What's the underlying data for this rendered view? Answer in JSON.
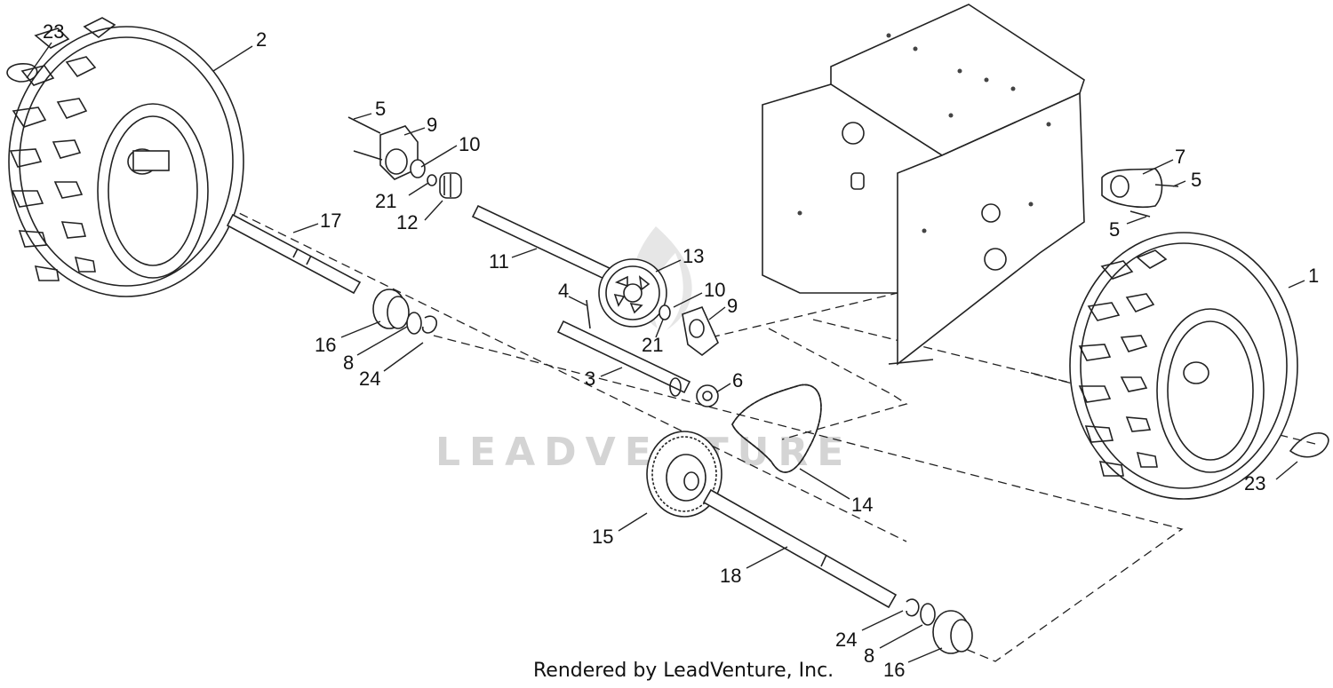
{
  "diagram": {
    "footer": "Rendered by LeadVenture, Inc.",
    "watermark": "LEADVENTURE",
    "callouts": [
      {
        "id": "callout-23-left",
        "text": "23"
      },
      {
        "id": "callout-2",
        "text": "2"
      },
      {
        "id": "callout-5-top",
        "text": "5"
      },
      {
        "id": "callout-9-top",
        "text": "9"
      },
      {
        "id": "callout-10-top",
        "text": "10"
      },
      {
        "id": "callout-21-top",
        "text": "21"
      },
      {
        "id": "callout-12",
        "text": "12"
      },
      {
        "id": "callout-17",
        "text": "17"
      },
      {
        "id": "callout-11",
        "text": "11"
      },
      {
        "id": "callout-13",
        "text": "13"
      },
      {
        "id": "callout-4",
        "text": "4"
      },
      {
        "id": "callout-10-mid",
        "text": "10"
      },
      {
        "id": "callout-9-mid",
        "text": "9"
      },
      {
        "id": "callout-21-mid",
        "text": "21"
      },
      {
        "id": "callout-16-left",
        "text": "16"
      },
      {
        "id": "callout-8-left",
        "text": "8"
      },
      {
        "id": "callout-24-left",
        "text": "24"
      },
      {
        "id": "callout-3",
        "text": "3"
      },
      {
        "id": "callout-6",
        "text": "6"
      },
      {
        "id": "callout-14",
        "text": "14"
      },
      {
        "id": "callout-15",
        "text": "15"
      },
      {
        "id": "callout-18",
        "text": "18"
      },
      {
        "id": "callout-24-right",
        "text": "24"
      },
      {
        "id": "callout-8-right",
        "text": "8"
      },
      {
        "id": "callout-16-right",
        "text": "16"
      },
      {
        "id": "callout-7",
        "text": "7"
      },
      {
        "id": "callout-5-right-upper",
        "text": "5"
      },
      {
        "id": "callout-5-right-lower",
        "text": "5"
      },
      {
        "id": "callout-1",
        "text": "1"
      },
      {
        "id": "callout-23-right",
        "text": "23"
      }
    ]
  }
}
